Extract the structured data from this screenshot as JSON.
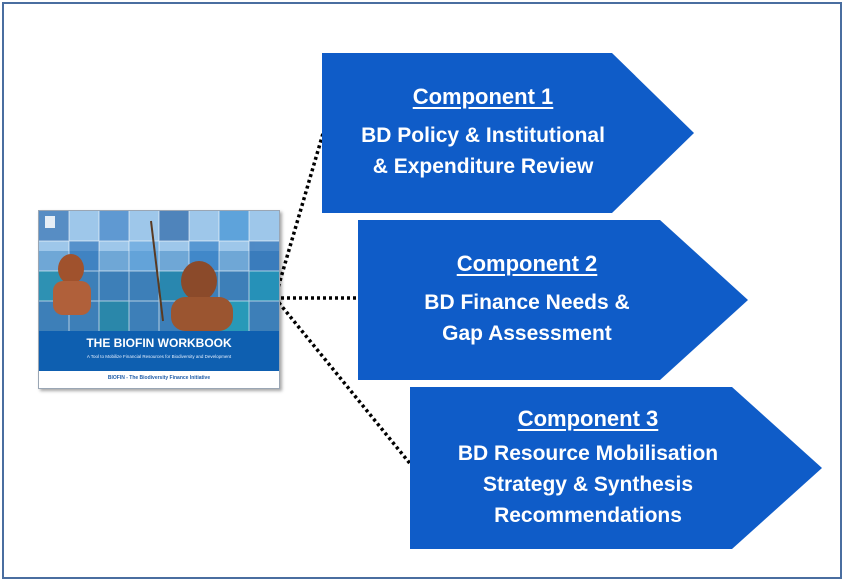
{
  "colors": {
    "arrow_fill": "#0f5cc8",
    "frame_border": "#4a6ea0",
    "connector": "#000000",
    "cover_band": "#0e5fb0"
  },
  "book": {
    "title": "THE BIOFIN WORKBOOK",
    "subtitle": "A Tool to Mobilize Financial Resources for Biodiversity and Development",
    "footer": "BIOFIN - The Biodiversity Finance Initiative"
  },
  "components": [
    {
      "heading": "Component 1",
      "lines": [
        "BD Policy & Institutional",
        "& Expenditure Review"
      ]
    },
    {
      "heading": "Component 2",
      "lines": [
        "BD Finance Needs &",
        "Gap Assessment"
      ]
    },
    {
      "heading": "Component 3",
      "lines": [
        "BD Resource  Mobilisation",
        "Strategy & Synthesis",
        "Recommendations"
      ]
    }
  ]
}
